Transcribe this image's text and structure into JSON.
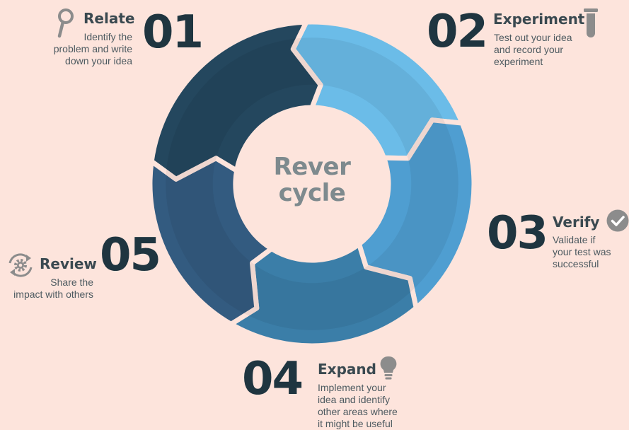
{
  "center": {
    "line1": "Rever",
    "line2": "cycle"
  },
  "steps": [
    {
      "number": "01",
      "title": "Relate",
      "lines": [
        "Identify the",
        "problem and write",
        "down your idea"
      ],
      "icon": "magnifier-icon",
      "color": "#6bbce8"
    },
    {
      "number": "02",
      "title": "Experiment",
      "lines": [
        "Test out your idea",
        "and record your",
        "experiment"
      ],
      "icon": "test-tube-icon",
      "color": "#4f9ed1"
    },
    {
      "number": "03",
      "title": "Verify",
      "lines": [
        "Validate if",
        "your test was",
        "successful"
      ],
      "icon": "checkmark-circle-icon",
      "color": "#3b7ea8"
    },
    {
      "number": "04",
      "title": "Expand",
      "lines": [
        "Implement your",
        "idea and identify",
        "other areas where",
        "it might be useful"
      ],
      "icon": "lightbulb-icon",
      "color": "#335b80"
    },
    {
      "number": "05",
      "title": "Review",
      "lines": [
        "Share the",
        "impact with others"
      ],
      "icon": "gear-cycle-icon",
      "color": "#24475e"
    }
  ],
  "colors": {
    "background": "#fde4dc",
    "number": "#1f3540",
    "icon": "#8c8c8c"
  }
}
